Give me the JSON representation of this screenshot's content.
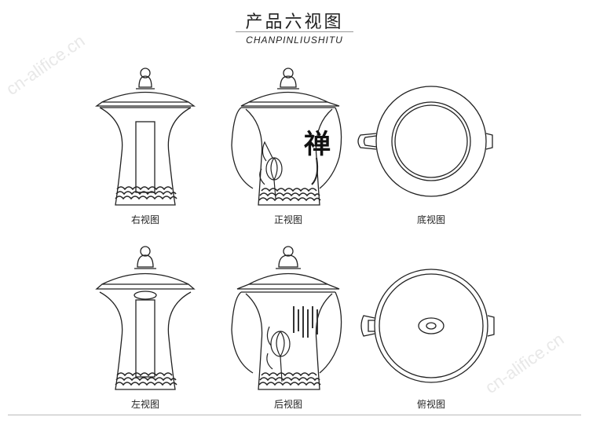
{
  "header": {
    "title_cn": "产品六视图",
    "title_en": "CHANPINLIUSHITU"
  },
  "views": {
    "right": {
      "label": "右视图"
    },
    "front": {
      "label": "正视图"
    },
    "bottom": {
      "label": "底视图"
    },
    "left": {
      "label": "左视图"
    },
    "back": {
      "label": "后视图"
    },
    "top": {
      "label": "俯视图"
    }
  },
  "watermarks": [
    "cn-alifice.cn",
    "cn-alifice.cn"
  ],
  "calligraphy": {
    "front_char": "禅"
  },
  "colors": {
    "line": "#222222",
    "background": "#ffffff"
  }
}
